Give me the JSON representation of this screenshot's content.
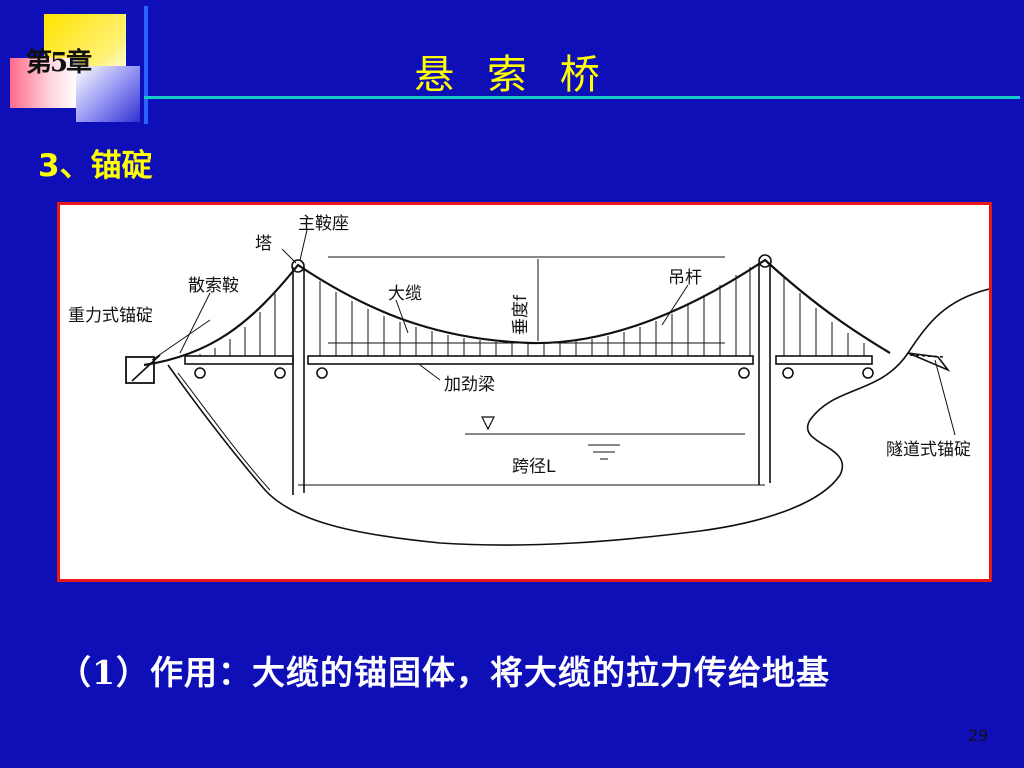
{
  "header": {
    "chapter_label": "第5章",
    "title": "悬 索 桥"
  },
  "section": {
    "heading": "3、锚碇"
  },
  "figure": {
    "labels": {
      "tower": "塔",
      "main_saddle": "主鞍座",
      "splay_saddle": "散索鞍",
      "gravity_anchorage": "重力式锚碇",
      "main_cable": "大缆",
      "sag": "垂度f",
      "hanger": "吊杆",
      "stiffening_girder": "加劲梁",
      "span": "跨径L",
      "tunnel_anchorage": "隧道式锚碇"
    }
  },
  "content": {
    "text": "（1）作用：大缆的锚固体，将大缆的拉力传给地基"
  },
  "footer": {
    "page_number": "29"
  },
  "colors": {
    "background": "#0f0fb8",
    "title": "#ffff00",
    "frame_border": "#e81818",
    "rule": "#18c9c9"
  }
}
